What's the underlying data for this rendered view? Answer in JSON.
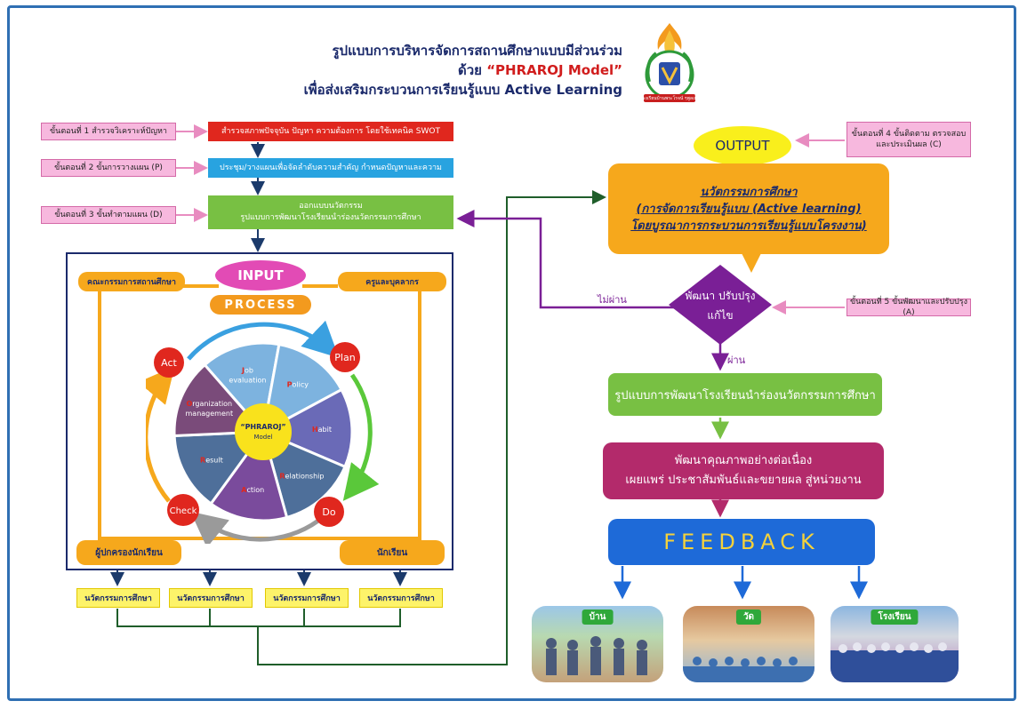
{
  "title": {
    "line1": "รูปแบบการบริหารจัดการสถานศึกษาแบบมีส่วนร่วม",
    "line2_prefix": "ด้วย",
    "line2_model": "“PHRAROJ Model”",
    "line3": "เพื่อส่งเสริมกระบวนการเรียนรู้แบบ Active Learning"
  },
  "logo": {
    "caption": "โรงเรียนบ้านพระโรจน์ ๆพูลเม็ก"
  },
  "steps_left": {
    "s1_label": "ขั้นตอนที่ 1 สำรวจวิเคราะห์ปัญหา",
    "s1_box": "สำรวจสภาพปัจจุบัน ปัญหา ความต้องการ โดยใช้เทคนิค SWOT",
    "s2_label": "ขั้นตอนที่ 2 ขั้นการวางแผน (P)",
    "s2_box": "ประชุม/วางแผนเพื่อจัดลำดับความสำคัญ กำหนดปัญหาและความ",
    "s3_label": "ขั้นตอนที่ 3 ขั้นทำตามแผน (D)",
    "s3_box_line1": "ออกแบบนวัตกรรม",
    "s3_box_line2": "รูปแบบการพัฒนาโรงเรียนนำร่องนวัตกรรมการศึกษา"
  },
  "input_section": {
    "input_label": "INPUT",
    "process_label": "PROCESS",
    "committee": "คณะกรรมการสถานศึกษา",
    "teachers": "ครูและบุคลากร",
    "parents": "ผู้ปกครองนักเรียน",
    "students": "นักเรียน"
  },
  "cycle": {
    "center_line1": "“PHRAROJ”",
    "center_line2": "Model",
    "act": "Act",
    "plan": "Plan",
    "do": "Do",
    "check": "Check",
    "segments": [
      {
        "initial": "J",
        "rest_line1": "ob",
        "rest_line2": "evaluation",
        "color": "#7db3df"
      },
      {
        "initial": "P",
        "rest_line1": "olicy",
        "rest_line2": "",
        "color": "#7db3df"
      },
      {
        "initial": "H",
        "rest_line1": "abit",
        "rest_line2": "",
        "color": "#6a6ab7"
      },
      {
        "initial": "R",
        "rest_line1": "elationship",
        "rest_line2": "",
        "color": "#4e6f9a"
      },
      {
        "initial": "A",
        "rest_line1": "ction",
        "rest_line2": "",
        "color": "#7a4b9c"
      },
      {
        "initial": "R",
        "rest_line1": "esult",
        "rest_line2": "",
        "color": "#4e6f9a"
      },
      {
        "initial": "O",
        "rest_line1": "rganization",
        "rest_line2": "management",
        "color": "#7a4b7a"
      }
    ]
  },
  "innovations": [
    "นวัตกรรมการศึกษา",
    "นวัตกรรมการศึกษา",
    "นวัตกรรมการศึกษา",
    "นวัตกรรมการศึกษา"
  ],
  "right_side": {
    "output": "OUTPUT",
    "s4_label_line1": "ขั้นตอนที่ 4 ขั้นติดตาม ตรวจสอบ",
    "s4_label_line2": "และประเมินผล (C)",
    "innovation_line1": "นวัตกรรมการศึกษา",
    "innovation_line2": "(การจัดการเรียนรู้แบบ (Active learning)",
    "innovation_line3": "โดยบูรณาการกระบวนการเรียนรู้แบบโครงงาน)",
    "decision_line1": "พัฒนา ปรับปรุง",
    "decision_line2": "แก้ไข",
    "fail": "ไม่ผ่าน",
    "pass": "ผ่าน",
    "s5_label": "ขั้นตอนที่ 5 ขั้นพัฒนาและปรับปรุง (A)",
    "model_bar": "รูปแบบการพัฒนาโรงเรียนนำร่องนวัตกรรมการศึกษา",
    "develop_line1": "พัฒนาคุณภาพอย่างต่อเนื่อง",
    "develop_line2": "เผยแพร่ ประชาสัมพันธ์และขยายผล สู่หน่วยงาน",
    "feedback": "FEEDBACK"
  },
  "photos": [
    {
      "label": "บ้าน"
    },
    {
      "label": "วัด"
    },
    {
      "label": "โรงเรียน"
    }
  ],
  "colors": {
    "frame": "#2f6fb3",
    "step1": "#e0271e",
    "step2": "#28a3e0",
    "step3": "#78c043",
    "orange": "#f6a81c",
    "purple": "#7a1f96",
    "magenta": "#b32a6b",
    "feedback": "#1e6ad8",
    "flow_green": "#1f5e2a"
  }
}
